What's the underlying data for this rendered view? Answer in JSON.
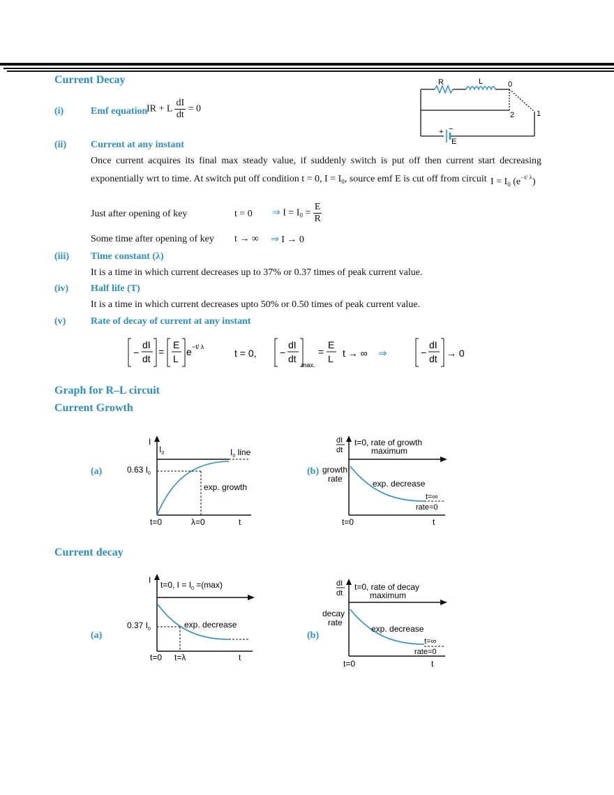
{
  "headings": {
    "current_decay": "Current  Decay",
    "graph_rl": "Graph for R–L circuit",
    "current_growth": "Current Growth",
    "current_decay_2": "Current  decay"
  },
  "items": {
    "i_num": "(i)",
    "i_label": "Emf equation",
    "ii_num": "(ii)",
    "ii_label": "Current at any instant",
    "iii_num": "(iii)",
    "iii_label": "Time constant (λ)",
    "iv_num": "(iv)",
    "iv_label": "Half life (T)",
    "v_num": "(v)",
    "v_label": "Rate of decay of current at any instant"
  },
  "emf_eq": {
    "left": "IR + L",
    "num": "dI",
    "den": "dt",
    "right": "= 0"
  },
  "paragraph": {
    "line1": "Once current acquires its final max steady value, if suddenly switch is put off then current start decreasing",
    "line2": "exponentially wrt to time. At switch put off condition t = 0, I = I",
    "line2_sub": "0",
    "line2_b": ", source emf E is cut off from circuit",
    "formula": "I = I",
    "formula_sub": "0",
    "formula_b": " (e",
    "formula_sup": "−t/ λ",
    "formula_c": ")"
  },
  "key_rows": {
    "r1_text": "Just after opening of key",
    "r1_t": "t = 0",
    "r1_arrow": "⇒",
    "r1_eq": "I = I",
    "r1_sub": "0",
    "r1_eq2": " =",
    "r1_num": "E",
    "r1_den": "R",
    "r2_text": "Some time after opening of key",
    "r2_t": "t → ∞",
    "r2_arrow": "⇒",
    "r2_eq": "I → 0"
  },
  "defs": {
    "iii_text": "It is a time in which current decreases up to 37% or 0.37 times of peak current value.",
    "iv_text": "It is a time in which current decreases upto 50% or 0.50 times of peak current value."
  },
  "rate_eq": {
    "minus": "−",
    "dI": "dI",
    "dt": "dt",
    "eq": "=",
    "E": "E",
    "L": "L",
    "exp_base": "e",
    "exp_sup": "−t/ λ",
    "t0": "t = 0,",
    "max": "max.",
    "eq2": "=",
    "tinf": "t → ∞",
    "arrow": "⇒",
    "to0": "→ 0"
  },
  "circuit": {
    "R": "R",
    "L": "L",
    "n0": "0",
    "n1": "1",
    "n2": "2",
    "plus": "+",
    "minus": "−",
    "E": "E"
  },
  "graphs": {
    "growth_a": {
      "tag": "(a)",
      "y": "I",
      "I0": "I",
      "I0sub": "0",
      "line": "I",
      "linesub": "0",
      "line_b": " line",
      "val": "0.63 I",
      "valsub": "0",
      "curve": "exp. growth",
      "t0": "t=0",
      "lam": "λ=0",
      "t": "t"
    },
    "growth_b": {
      "tag": "(b)",
      "yn": "dI",
      "yd": "dt",
      "title1": "t=0, rate of growth",
      "title2": "maximum",
      "side1": "growth",
      "side2": "rate",
      "curve": "exp. decrease",
      "tinf": "t=∞",
      "rate0": "rate=0",
      "t0": "t=0",
      "t": "t"
    },
    "decay_a": {
      "tag": "(a)",
      "y": "I",
      "title": "t=0, I = I",
      "titlesub": "0",
      "title_b": " =(max)",
      "val": "0.37 I",
      "valsub": "0",
      "curve": "exp. decrease",
      "t0": "t=0",
      "tl": "t=λ",
      "t": "t"
    },
    "decay_b": {
      "tag": "(b)",
      "yn": "dI",
      "yd": "dt",
      "title1": "t=0, rate of decay",
      "title2": "maximum",
      "side1": "decay",
      "side2": "rate",
      "curve": "exp. decrease",
      "tinf": "t=∞",
      "rate0": "rate=0",
      "t0": "t=0",
      "t": "t"
    }
  }
}
